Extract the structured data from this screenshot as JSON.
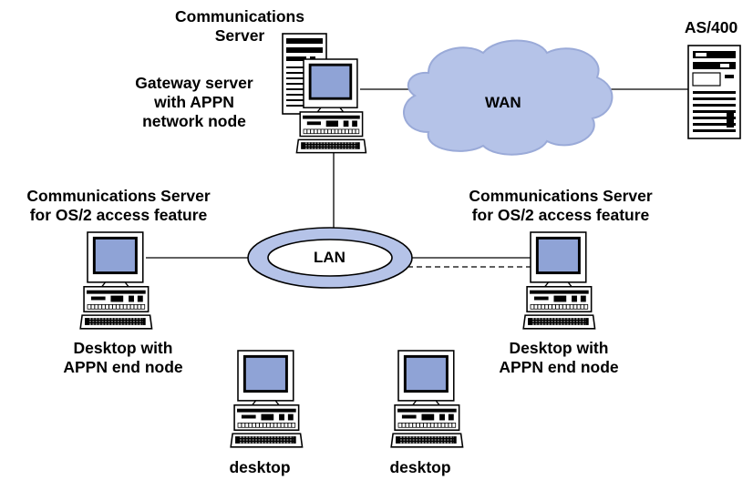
{
  "labels": {
    "comm_server": [
      "Communications",
      "Server"
    ],
    "gateway": [
      "Gateway server",
      "with APPN",
      "network node"
    ],
    "as400": "AS/400",
    "wan": "WAN",
    "lan": "LAN",
    "access_left": [
      "Communications Server",
      "for OS/2 access feature"
    ],
    "access_right": [
      "Communications Server",
      "for OS/2 access feature"
    ],
    "end_left": [
      "Desktop with",
      "APPN end node"
    ],
    "end_right": [
      "Desktop with",
      "APPN end node"
    ],
    "desktop1": "desktop",
    "desktop2": "desktop"
  },
  "colors": {
    "screen": "#8fa3d6",
    "cloud": "#b5c3e8",
    "lan_ring": "#b5c3e8",
    "line": "#000000"
  },
  "icons": [
    "tower-server-icon",
    "desktop-computer-icon",
    "as400-server-icon",
    "wan-cloud-icon",
    "lan-ring-icon"
  ]
}
